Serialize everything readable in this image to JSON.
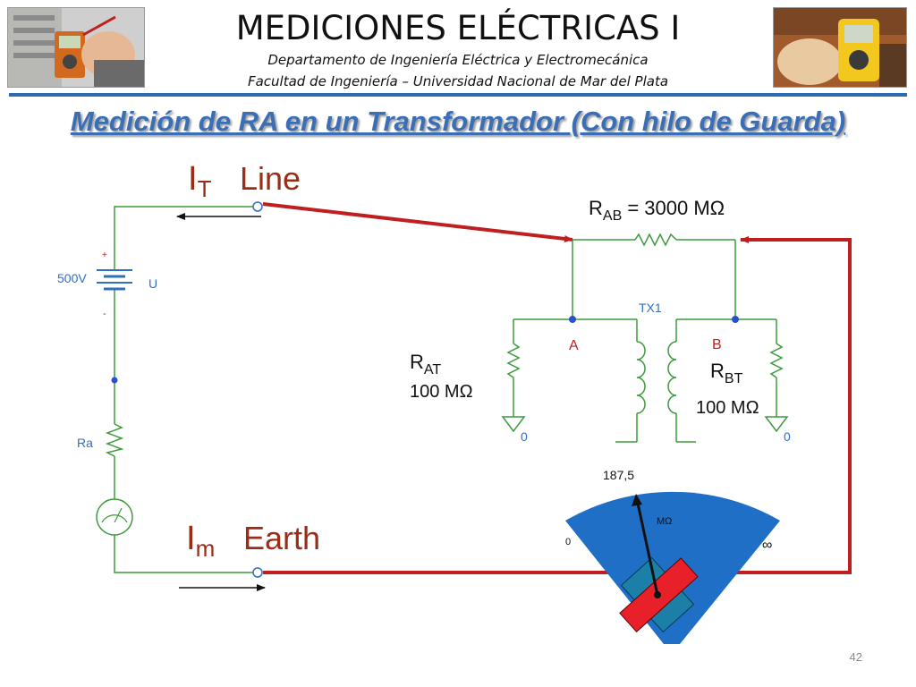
{
  "header": {
    "title": "MEDICIONES ELÉCTRICAS I",
    "subtitle_1": "Departamento de Ingeniería Eléctrica y Electromecánica",
    "subtitle_2": "Facultad de Ingeniería – Universidad Nacional de Mar del Plata"
  },
  "slide_title": "Medición de RA en un Transformador (Con hilo de Guarda)",
  "page_number": "42",
  "circuit": {
    "source_voltage": "500V",
    "source_plus": "+",
    "source_minus": "-",
    "source_name": "U",
    "ra_label": "Ra",
    "line_current": "I",
    "line_current_sub": "T",
    "line_label": "Line",
    "earth_current": "I",
    "earth_current_sub": "m",
    "earth_label": "Earth",
    "rab_main": "R",
    "rab_sub": "AB",
    "rab_value": " = 3000 MΩ",
    "transformer_name": "TX1",
    "node_a": "A",
    "node_b": "B",
    "rat_main": "R",
    "rat_sub": "AT",
    "rat_value": "100 MΩ",
    "rbt_main": "R",
    "rbt_sub": "BT",
    "rbt_value": "100 MΩ",
    "ground_a": "0",
    "ground_b": "0"
  },
  "meter": {
    "reading": "187,5",
    "unit": "MΩ",
    "scale_min": "0",
    "scale_max": "∞"
  },
  "colors": {
    "wire_green": "#3c9a3c",
    "wire_red": "#c01f1f",
    "node_blue": "#2a4fd0",
    "label_red": "#9b2d16",
    "meter_blue": "#1f6fc6"
  }
}
